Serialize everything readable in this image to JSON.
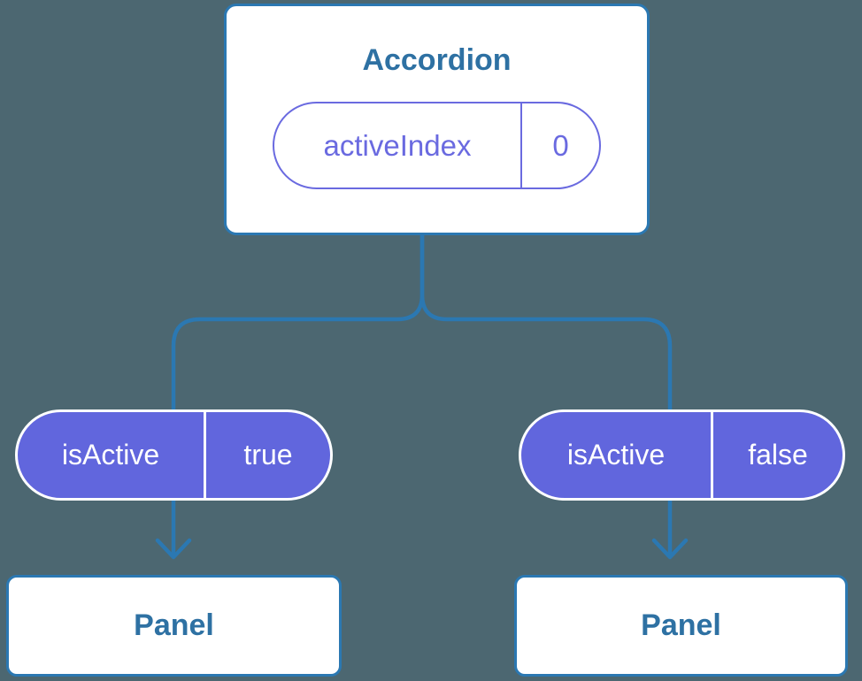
{
  "colors": {
    "background": "#4C6771",
    "connector": "#2B78B2",
    "node-border": "#2B78B2",
    "node-bg": "#FFFFFF",
    "node-text": "#2E71A3",
    "pill-bg": "#6166DD",
    "pill-stroke": "#6A6AE0",
    "pill-text-light": "#FFFFFF"
  },
  "diagram": {
    "root": {
      "title": "Accordion",
      "state": {
        "label": "activeIndex",
        "value": "0"
      }
    },
    "children": [
      {
        "prop": {
          "label": "isActive",
          "value": "true"
        },
        "title": "Panel"
      },
      {
        "prop": {
          "label": "isActive",
          "value": "false"
        },
        "title": "Panel"
      }
    ]
  }
}
